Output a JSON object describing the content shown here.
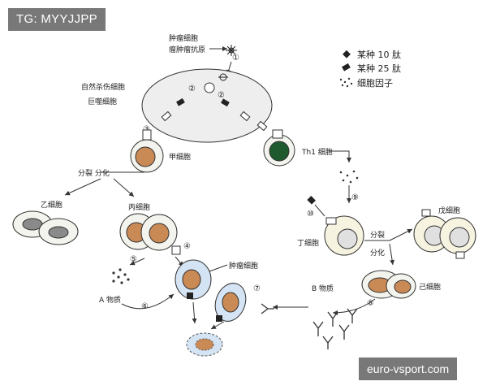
{
  "watermarks": {
    "top": "TG: MYYJJPP",
    "bottom": "euro-vsport.com"
  },
  "legend": {
    "items": [
      {
        "label": "某种 10 肽",
        "icon": "diamond-peptide-icon"
      },
      {
        "label": "某种 25 肽",
        "icon": "filled-peptide-icon"
      },
      {
        "label": "细胞因子",
        "icon": "dots-cytokine-icon"
      }
    ]
  },
  "labels": {
    "tumor_cell": "肿瘤细胞",
    "tumor_antigen": "瘤肿瘤抗原",
    "nk_cell": "自然杀伤细胞",
    "macrophage": "巨噬细胞",
    "cell_jia": "甲细胞",
    "differentiate_left": "分裂 分化",
    "cell_yi": "乙细胞",
    "cell_bing": "丙细胞",
    "substance_a": "A 物质",
    "tumor_cell_lower": "肿瘤细胞",
    "th1_cell": "Th1 细胞",
    "cell_ding": "丁细胞",
    "differentiate_right_1": "分裂",
    "differentiate_right_2": "分化",
    "cell_wu": "戊细胞",
    "cell_ji": "己细胞",
    "substance_b": "B 物质"
  },
  "steps": [
    "①",
    "②",
    "③",
    "④",
    "⑤",
    "⑥",
    "⑦",
    "⑧",
    "⑨",
    "⑩"
  ],
  "colors": {
    "outline": "#333333",
    "cell_fill": "#f2f2ea",
    "nucleus_brown": "#c98a55",
    "nucleus_gray": "#8a8a8a",
    "th1_nucleus": "#1f5a2e",
    "blue_cell": "#d4e4f4"
  }
}
